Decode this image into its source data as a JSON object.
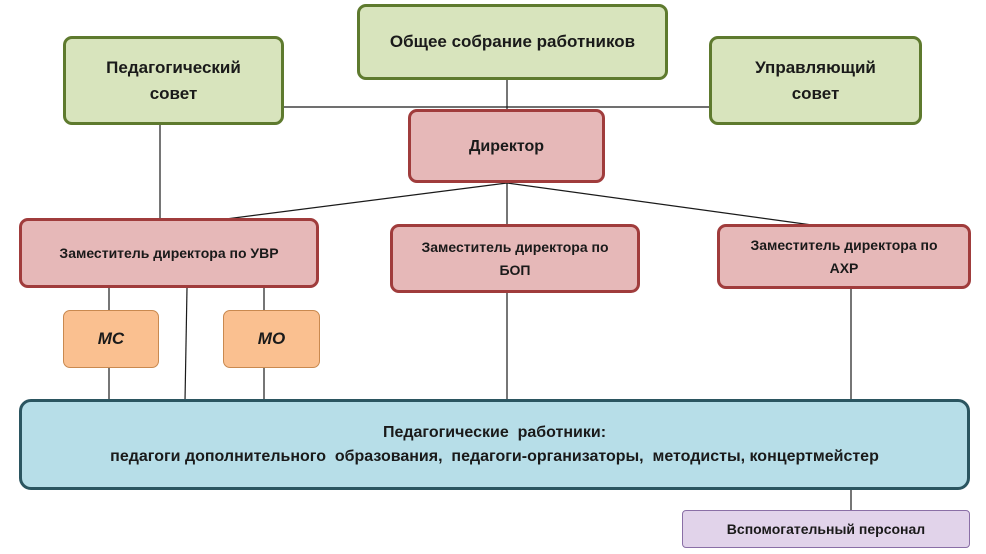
{
  "nodes": {
    "general_meeting": "Общее собрание работников",
    "pedagogical_council": [
      "Педагогический",
      "совет"
    ],
    "governing_council": [
      "Управляющий",
      "совет"
    ],
    "director": "Директор",
    "deputy_uvr": "Заместитель директора по УВР",
    "deputy_bop": [
      "Заместитель директора по",
      "БОП"
    ],
    "deputy_ahr": [
      "Заместитель директора по",
      "АХР"
    ],
    "ms": "МС",
    "mo": "МО",
    "pedagogical_staff": [
      "Педагогические  работники:",
      "педагоги дополнительного  образования,  педагоги-организаторы,  методисты, концертмейстер"
    ],
    "support_staff": "Вспомогательный персонал"
  },
  "colors": {
    "council_fill": "#d8e4bd",
    "council_border": "#5e7a2e",
    "management_fill": "#e6b8b8",
    "management_border": "#a03c3c",
    "group_fill": "#fac090",
    "staff_fill": "#b7dee8",
    "staff_border": "#2b5560",
    "support_fill": "#e1d3ea",
    "line": "#1a1a1a"
  }
}
